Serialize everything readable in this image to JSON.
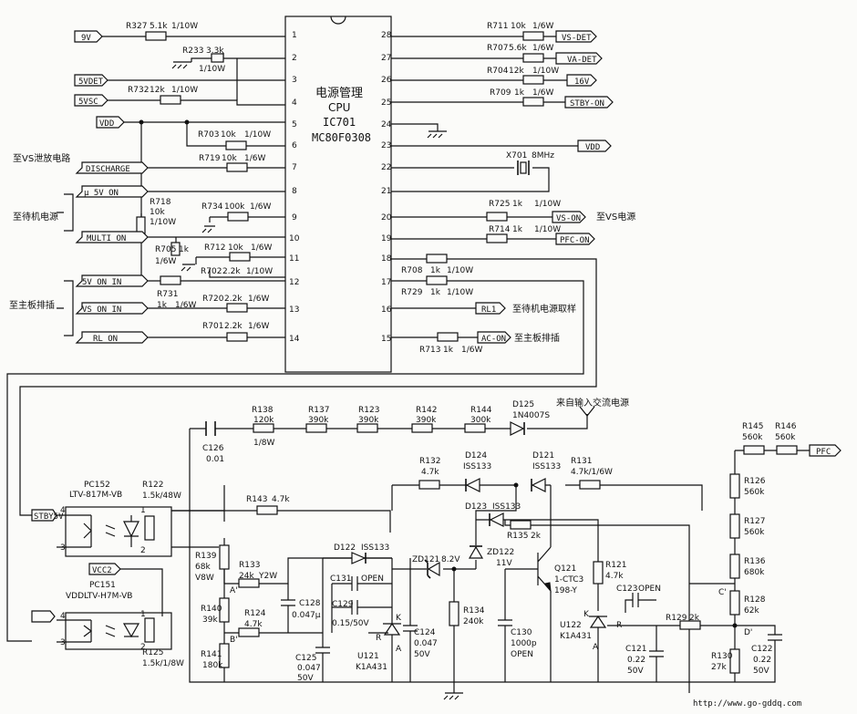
{
  "chip": {
    "line1": "电源管理",
    "line2": "CPU",
    "line3": "IC701",
    "line4": "MC80F0308",
    "pins": [
      "1",
      "2",
      "3",
      "4",
      "5",
      "6",
      "7",
      "8",
      "9",
      "10",
      "11",
      "12",
      "13",
      "14",
      "15",
      "16",
      "17",
      "18",
      "19",
      "20",
      "21",
      "22",
      "23",
      "24",
      "25",
      "26",
      "27",
      "28"
    ]
  },
  "resistors": {
    "R327": [
      "R327",
      "5.1k",
      "1/10W"
    ],
    "R233": [
      "R233",
      "3.3k",
      "1/10W"
    ],
    "R732": [
      "R732",
      "12k",
      "1/10W"
    ],
    "R703": [
      "R703",
      "10k",
      "1/10W"
    ],
    "R719": [
      "R719",
      "10k",
      "1/6W"
    ],
    "R718": [
      "R718",
      "10k",
      "1/10W"
    ],
    "R734": [
      "R734",
      "100k",
      "1/6W"
    ],
    "R705": [
      "R705",
      "1k",
      "1/6W"
    ],
    "R712": [
      "R712",
      "10k",
      "1/6W"
    ],
    "R702": [
      "R702",
      "2.2k",
      "1/10W"
    ],
    "R731": [
      "R731",
      "1k",
      "1/6W"
    ],
    "R720": [
      "R720",
      "2.2k",
      "1/6W"
    ],
    "R701": [
      "R701",
      "2.2k",
      "1/6W"
    ],
    "R711": [
      "R711",
      "10k",
      "1/6W"
    ],
    "R707": [
      "R707",
      "5.6k",
      "1/6W"
    ],
    "R704": [
      "R704",
      "12k",
      "1/10W"
    ],
    "R709": [
      "R709",
      "1k",
      "1/6W"
    ],
    "R725": [
      "R725",
      "1k",
      "1/10W"
    ],
    "R714": [
      "R714",
      "1k",
      "1/10W"
    ],
    "R708": [
      "R708",
      "1k",
      "1/10W"
    ],
    "R729": [
      "R729",
      "1k",
      "1/10W"
    ],
    "R713": [
      "R713",
      "1k",
      "1/6W"
    ],
    "R138": [
      "R138",
      "120k",
      "1/8W"
    ],
    "R137": [
      "R137",
      "390k"
    ],
    "R123": [
      "R123",
      "390k"
    ],
    "R142": [
      "R142",
      "390k"
    ],
    "R144": [
      "R144",
      "300k"
    ],
    "R145": [
      "R145",
      "560k"
    ],
    "R146": [
      "R146",
      "560k"
    ],
    "R132": [
      "R132",
      "4.7k"
    ],
    "R131": [
      "R131",
      "4.7k/1/6W"
    ],
    "R122": [
      "R122",
      "1.5k/48W"
    ],
    "R143": [
      "R143",
      "4.7k"
    ],
    "R126": [
      "R126",
      "560k"
    ],
    "R127": [
      "R127",
      "560k"
    ],
    "R136": [
      "R136",
      "680k"
    ],
    "R139": [
      "R139",
      "68k",
      "V8W"
    ],
    "R133": [
      "R133",
      "24k",
      "Y2W"
    ],
    "R121": [
      "R121",
      "4.7k"
    ],
    "R135": [
      "R135",
      "2k"
    ],
    "R140": [
      "R140",
      "39k"
    ],
    "R124": [
      "R124",
      "4.7k"
    ],
    "R141": [
      "R141",
      "180k"
    ],
    "R134": [
      "R134",
      "240k"
    ],
    "R125": [
      "R125",
      "1.5k/1/8W"
    ],
    "R128": [
      "R128",
      "62k"
    ],
    "R129": [
      "R129",
      "2k"
    ],
    "R130": [
      "R130",
      "27k"
    ]
  },
  "caps": {
    "C126": [
      "C126",
      "0.01"
    ],
    "C128": [
      "C128",
      "0.047μ"
    ],
    "C131": [
      "C131",
      "OPEN"
    ],
    "C129": [
      "C129",
      "0.15/50V"
    ],
    "C125": [
      "C125",
      "0.047",
      "50V"
    ],
    "C124": [
      "C124",
      "0.047",
      "50V"
    ],
    "C130": [
      "C130",
      "1000p",
      "OPEN"
    ],
    "C123": [
      "C123",
      "OPEN"
    ],
    "C121": [
      "C121",
      "0.22",
      "50V"
    ],
    "C122": [
      "C122",
      "0.22",
      "50V"
    ]
  },
  "diodes": {
    "D125": [
      "D125",
      "1N4007S"
    ],
    "D124": [
      "D124",
      "ISS133"
    ],
    "D121": [
      "D121",
      "ISS133"
    ],
    "D123": [
      "D123",
      "ISS133"
    ],
    "D122": [
      "D122",
      "ISS133"
    ],
    "ZD121": [
      "ZD121",
      "8.2V"
    ],
    "ZD122": [
      "ZD122",
      "11V"
    ]
  },
  "semis": {
    "Q121": [
      "Q121",
      "1-CTC3",
      "198-Y"
    ],
    "U121": [
      "U121",
      "K1A431"
    ],
    "U122": [
      "U122",
      "K1A431"
    ],
    "X701": [
      "X701",
      "8MHz"
    ],
    "PC152": [
      "PC152",
      "LTV-817M-VB"
    ],
    "PC151": [
      "PC151",
      "VDDLTV-H7M-VB"
    ]
  },
  "signals": {
    "s9V": "9V",
    "s5VDET": "5VDET",
    "s5VSC": "5VSC",
    "sVDD": "VDD",
    "sDISCHARGE": "DISCHARGE",
    "su5VON": "μ 5V_ON",
    "sMULTION": "MULTI ON",
    "s5VONIN": "5V_ON_IN",
    "sVSONIN": "VS_ON IN",
    "sRLON": "RL_ON",
    "sVSDET": "VS-DET",
    "sVADET": "VA-DET",
    "s16V": "16V",
    "sSTBYON": "STBY-ON",
    "sVDD2": "VDD",
    "sVSON": "VS-ON",
    "sPFCON": "PFC-ON",
    "sRL1": "RL1",
    "sACON": "AC-ON",
    "sSTBY5V": "STBY5V",
    "sVCC2": "VCC2",
    "sPFC": "PFC"
  },
  "notes": {
    "toVSDischarge": "至VS泄放电路",
    "toStandby": "至待机电源",
    "toMainboard1": "至主板排插",
    "toVSPower": "至VS电源",
    "toStandbySample": "至待机电源取样",
    "toMainboard2": "至主板排插",
    "fromACInput": "来自输入交流电源"
  },
  "nodes": {
    "A1": "A'",
    "B1": "B'",
    "C1": "C'",
    "D1": "D'",
    "R": "R",
    "K": "K",
    "A": "A",
    "R2": "R",
    "K2": "K",
    "A2": "A"
  },
  "pinnums": {
    "p4a": "4",
    "p3a": "3",
    "p1a": "1",
    "p2a": "2",
    "p4b": "4",
    "p3b": "3",
    "p1b": "1",
    "p2b": "2"
  },
  "footer": "http://www.go-gddq.com"
}
